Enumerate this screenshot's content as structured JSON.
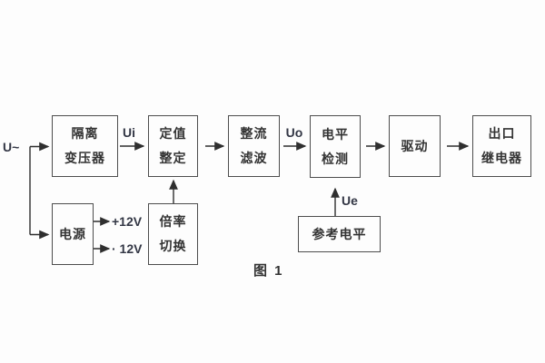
{
  "diagram": {
    "caption": "图 1",
    "input_label": "U~",
    "signal_labels": {
      "ui": "Ui",
      "uo": "Uo",
      "ue": "Ue"
    },
    "power_rails": {
      "positive": "+12V",
      "negative": "· 12V"
    },
    "blocks": {
      "isolation_transformer": {
        "lines": [
          "隔离",
          "变压器"
        ]
      },
      "setting": {
        "lines": [
          "定值",
          "整定"
        ]
      },
      "rectifier_filter": {
        "lines": [
          "整流",
          "滤波"
        ]
      },
      "level_detection": {
        "lines": [
          "电平",
          "检测"
        ]
      },
      "drive": {
        "lines": [
          "驱动"
        ]
      },
      "output_relay": {
        "lines": [
          "出口",
          "继电器"
        ]
      },
      "power_supply": {
        "lines": [
          "电源"
        ]
      },
      "ratio_switch": {
        "lines": [
          "倍率",
          "切换"
        ]
      },
      "reference_level": {
        "lines": [
          "参考电平"
        ]
      }
    },
    "colors": {
      "line": "#2f2f2f",
      "border": "#4d4d4d",
      "text": "#333333",
      "background": "#fdfdfd"
    }
  }
}
